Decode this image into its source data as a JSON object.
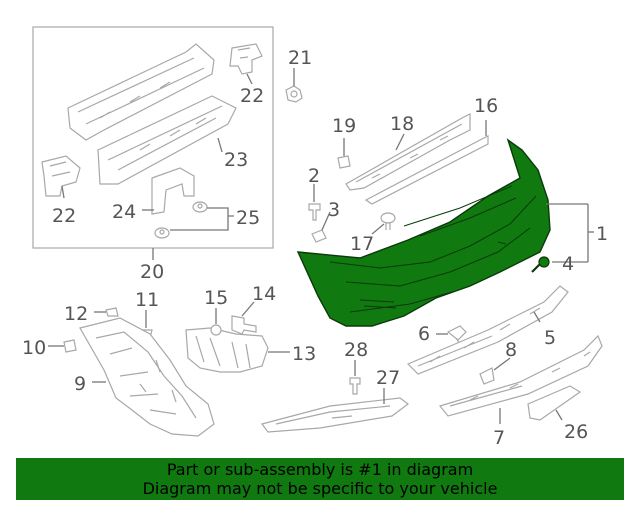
{
  "colors": {
    "highlight": "#107a10",
    "highlight_stroke": "#0a3a0a",
    "part_line": "#a8a8a8",
    "label": "#555555",
    "banner": "#107a10"
  },
  "callouts": {
    "c1": "1",
    "c2": "2",
    "c3": "3",
    "c4": "4",
    "c5": "5",
    "c6": "6",
    "c7": "7",
    "c8": "8",
    "c9": "9",
    "c10": "10",
    "c11": "11",
    "c12": "12",
    "c13": "13",
    "c14": "14",
    "c15": "15",
    "c16": "16",
    "c17": "17",
    "c18": "18",
    "c19": "19",
    "c20": "20",
    "c21": "21",
    "c22a": "22",
    "c22b": "22",
    "c23": "23",
    "c24": "24",
    "c25": "25",
    "c26": "26",
    "c27": "27",
    "c28": "28"
  },
  "banner": {
    "line1": "Part or sub-assembly is #1 in diagram",
    "line2": "Diagram may not be specific to your vehicle"
  }
}
